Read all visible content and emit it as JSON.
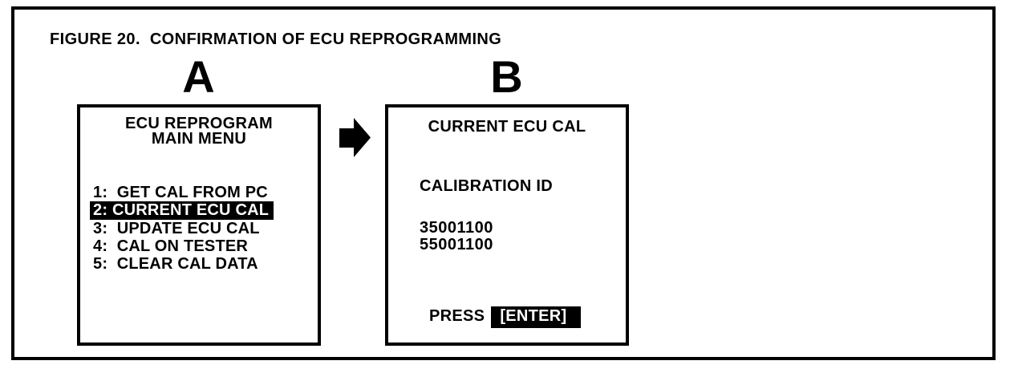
{
  "figure": {
    "title": "FIGURE 20.  CONFIRMATION OF ECU REPROGRAMMING"
  },
  "panel_a": {
    "label": "A",
    "screen_title_line1": "ECU REPROGRAM",
    "screen_title_line2": "MAIN MENU",
    "menu_items": [
      {
        "label": "1:  GET CAL FROM PC",
        "selected": false
      },
      {
        "label": "2: CURRENT ECU CAL",
        "selected": true
      },
      {
        "label": "3:  UPDATE ECU CAL",
        "selected": false
      },
      {
        "label": "4:  CAL ON TESTER",
        "selected": false
      },
      {
        "label": "5:  CLEAR CAL DATA",
        "selected": false
      }
    ]
  },
  "arrow": {
    "icon": "arrow-right"
  },
  "panel_b": {
    "label": "B",
    "screen_title": "CURRENT ECU CAL",
    "section_label": "CALIBRATION ID",
    "calibration_ids": [
      "35001100",
      "55001100"
    ],
    "press_label": "PRESS",
    "enter_label": "[ENTER]"
  },
  "colors": {
    "ink": "#000000",
    "paper": "#ffffff"
  }
}
